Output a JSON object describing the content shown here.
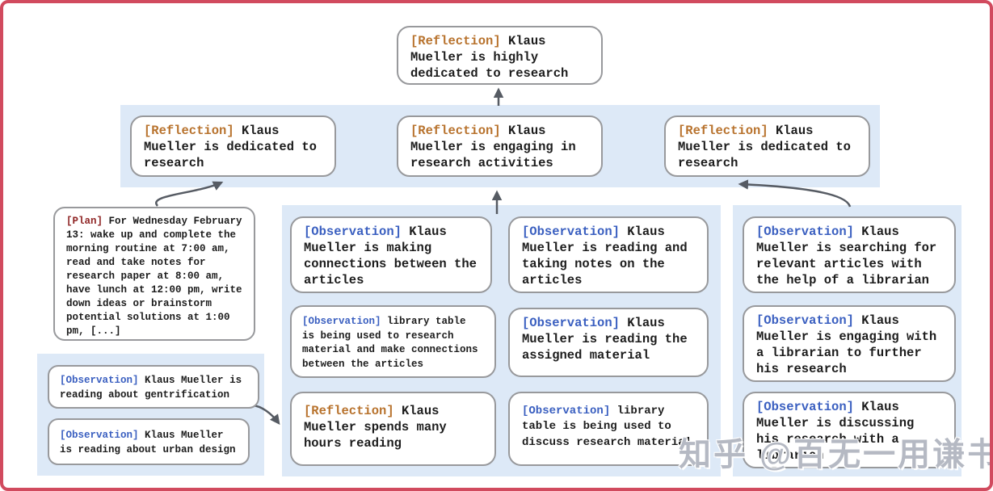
{
  "colors": {
    "frame": "#d14a5e",
    "panel_bg": "#dde9f7",
    "node_border": "#98999c",
    "reflection_tag": "#b8732e",
    "observation_tag": "#3a5fc0",
    "plan_tag": "#8f2525",
    "arrow": "#565b63"
  },
  "nodes": {
    "top": {
      "tag": "[Reflection]",
      "text": "Klaus Mueller is highly dedicated to research"
    },
    "ref_left": {
      "tag": "[Reflection]",
      "text": "Klaus Mueller is dedicated to research"
    },
    "ref_mid": {
      "tag": "[Reflection]",
      "text": "Klaus Mueller is engaging in research activities"
    },
    "ref_right": {
      "tag": "[Reflection]",
      "text": "Klaus Mueller is dedicated to research"
    },
    "plan": {
      "tag": "[Plan]",
      "text": "For Wednesday February 13: wake up and complete the morning routine at 7:00 am, read and take notes for research paper at 8:00 am, have lunch at 12:00 pm, write down ideas or brainstorm potential solutions at 1:00 pm, [...]"
    },
    "obs_gentrification": {
      "tag": "[Observation]",
      "text": "Klaus Mueller is reading about gentrification"
    },
    "obs_urban_design": {
      "tag": "[Observation]",
      "text": "Klaus Mueller is reading about urban design"
    },
    "obs_connections": {
      "tag": "[Observation]",
      "text": "Klaus Mueller is making connections between the articles"
    },
    "obs_taking_notes": {
      "tag": "[Observation]",
      "text": "Klaus Mueller is reading and taking notes on the articles"
    },
    "obs_table_research": {
      "tag": "[Observation]",
      "text": "library table is being used to research material and make connections between the articles"
    },
    "obs_assigned": {
      "tag": "[Observation]",
      "text": "Klaus Mueller is reading the assigned material"
    },
    "ref_hours": {
      "tag": "[Reflection]",
      "text": "Klaus Mueller spends many hours reading"
    },
    "obs_table_discuss": {
      "tag": "[Observation]",
      "text": "library table is being used to discuss research material"
    },
    "obs_searching": {
      "tag": "[Observation]",
      "text": "Klaus Mueller is searching for relevant articles with the help of a librarian"
    },
    "obs_engaging_librarian": {
      "tag": "[Observation]",
      "text": "Klaus Mueller is engaging with a librarian to further his research"
    },
    "obs_discussing": {
      "tag": "[Observation]",
      "text": "Klaus Mueller is discussing his research with a librarian"
    }
  },
  "watermark": "知乎 @百无一用谦书生"
}
